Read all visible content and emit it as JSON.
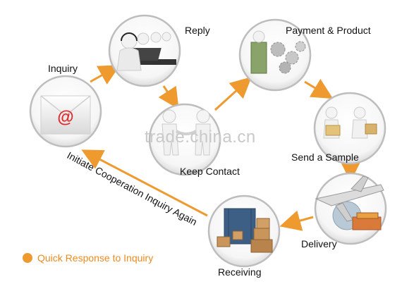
{
  "steps": {
    "inquiry": "Inquiry",
    "reply": "Reply",
    "payment": "Payment & Product",
    "keep_contact": "Keep Contact",
    "sample": "Send a Sample",
    "delivery": "Delivery",
    "receiving": "Receiving"
  },
  "loop_label": "Initiate Cooperation Inquiry Again",
  "legend": "Quick Response to Inquiry",
  "watermark": "trade.china.cn",
  "colors": {
    "arrow": "#ee9a2e",
    "ring": "#bdbdbd",
    "mail_symbol": "#e02a2a"
  },
  "icons": {
    "inquiry": "email-at-icon",
    "reply": "headset-operators-icon",
    "payment": "money-gears-icon",
    "keep_contact": "handshake-figures-icon",
    "sample": "sample-boxes-icon",
    "delivery": "airplane-globe-icon",
    "receiving": "warehouse-boxes-icon"
  }
}
